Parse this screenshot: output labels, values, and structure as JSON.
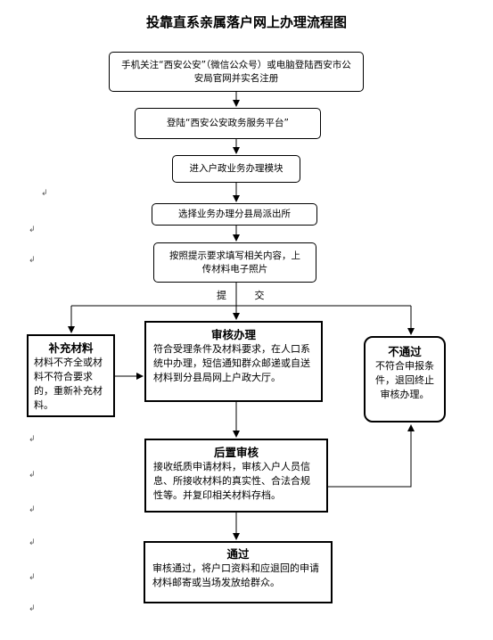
{
  "title": "投靠直系亲属落户网上办理流程图",
  "return_mark": "↲",
  "steps": {
    "step1": "手机关注“西安公安”（微信公众号）或电脑登陆西安市公安局官网并实名注册",
    "step2": "登陆“西安公安政务服务平台”",
    "step3": "进入户政业务办理模块",
    "step4": "选择业务办理分县局派出所",
    "step5": "按照提示要求填写相关内容，上传材料电子照片"
  },
  "submit_label": "提 交",
  "supplement": {
    "title": "补充材料",
    "body": "材料不齐全或材料不符合要求的，重新补充材料。"
  },
  "review": {
    "title": "审核办理",
    "body": "符合受理条件及材料要求，在人口系统中办理，短信通知群众邮递或自送材料到分县局网上户政大厅。"
  },
  "reject": {
    "title": "不通过",
    "body": "不符合申报条件，退回终止审核办理。"
  },
  "post_review": {
    "title": "后置审核",
    "body": "接收纸质申请材料，审核入户人员信息、所接收材料的真实性、合法合规性等。并复印相关材料存档。"
  },
  "pass": {
    "title": "通过",
    "body": "审核通过，将户口资料和应退回的申请材料邮寄或当场发放给群众。"
  }
}
